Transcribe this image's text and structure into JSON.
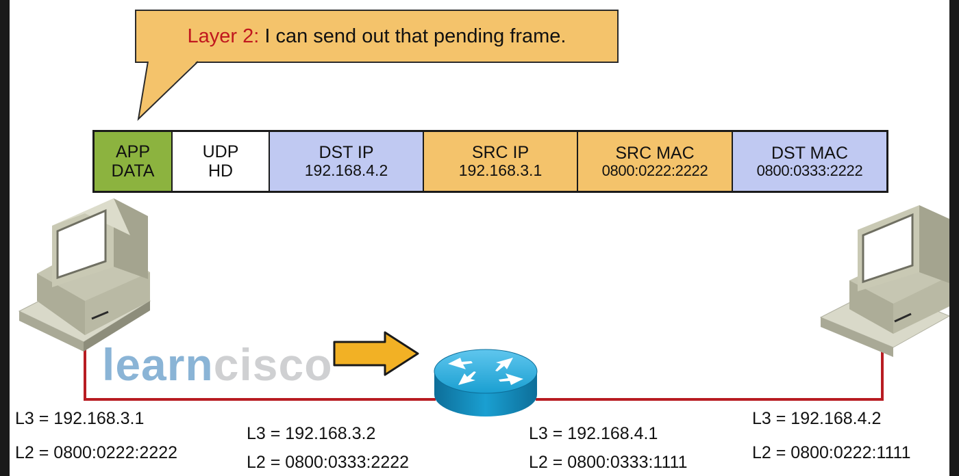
{
  "callout": {
    "layer": "Layer 2:",
    "message": " I can send out that pending frame."
  },
  "frame": {
    "app": {
      "line1": "APP",
      "line2": "DATA"
    },
    "udp": {
      "line1": "UDP",
      "line2": "HD"
    },
    "dst_ip": {
      "label": "DST IP",
      "value": "192.168.4.2"
    },
    "src_ip": {
      "label": "SRC IP",
      "value": "192.168.3.1"
    },
    "src_mac": {
      "label": "SRC MAC",
      "value": "0800:0222:2222"
    },
    "dst_mac": {
      "label": "DST MAC",
      "value": "0800:0333:2222"
    }
  },
  "watermark": {
    "part1": "learn",
    "part2": "cisco"
  },
  "addresses": {
    "pc_left": {
      "l3": "L3 = 192.168.3.1",
      "l2": "L2 = 0800:0222:2222"
    },
    "router_left": {
      "l3": "L3 = 192.168.3.2",
      "l2": "L2 = 0800:0333:2222"
    },
    "router_right": {
      "l3": "L3 = 192.168.4.1",
      "l2": "L2 = 0800:0333:1111"
    },
    "pc_right": {
      "l3": "L3 = 192.168.4.2",
      "l2": "L2 = 0800:0222:1111"
    }
  },
  "colors": {
    "callout_bg": "#f4c36b",
    "callout_highlight": "#c0171e",
    "app_cell": "#8cb33f",
    "ip_blue": "#c0c9f2",
    "orange": "#f4c36b",
    "link": "#b81c22",
    "router": "#1a9fd1",
    "arrow": "#f2b125"
  }
}
